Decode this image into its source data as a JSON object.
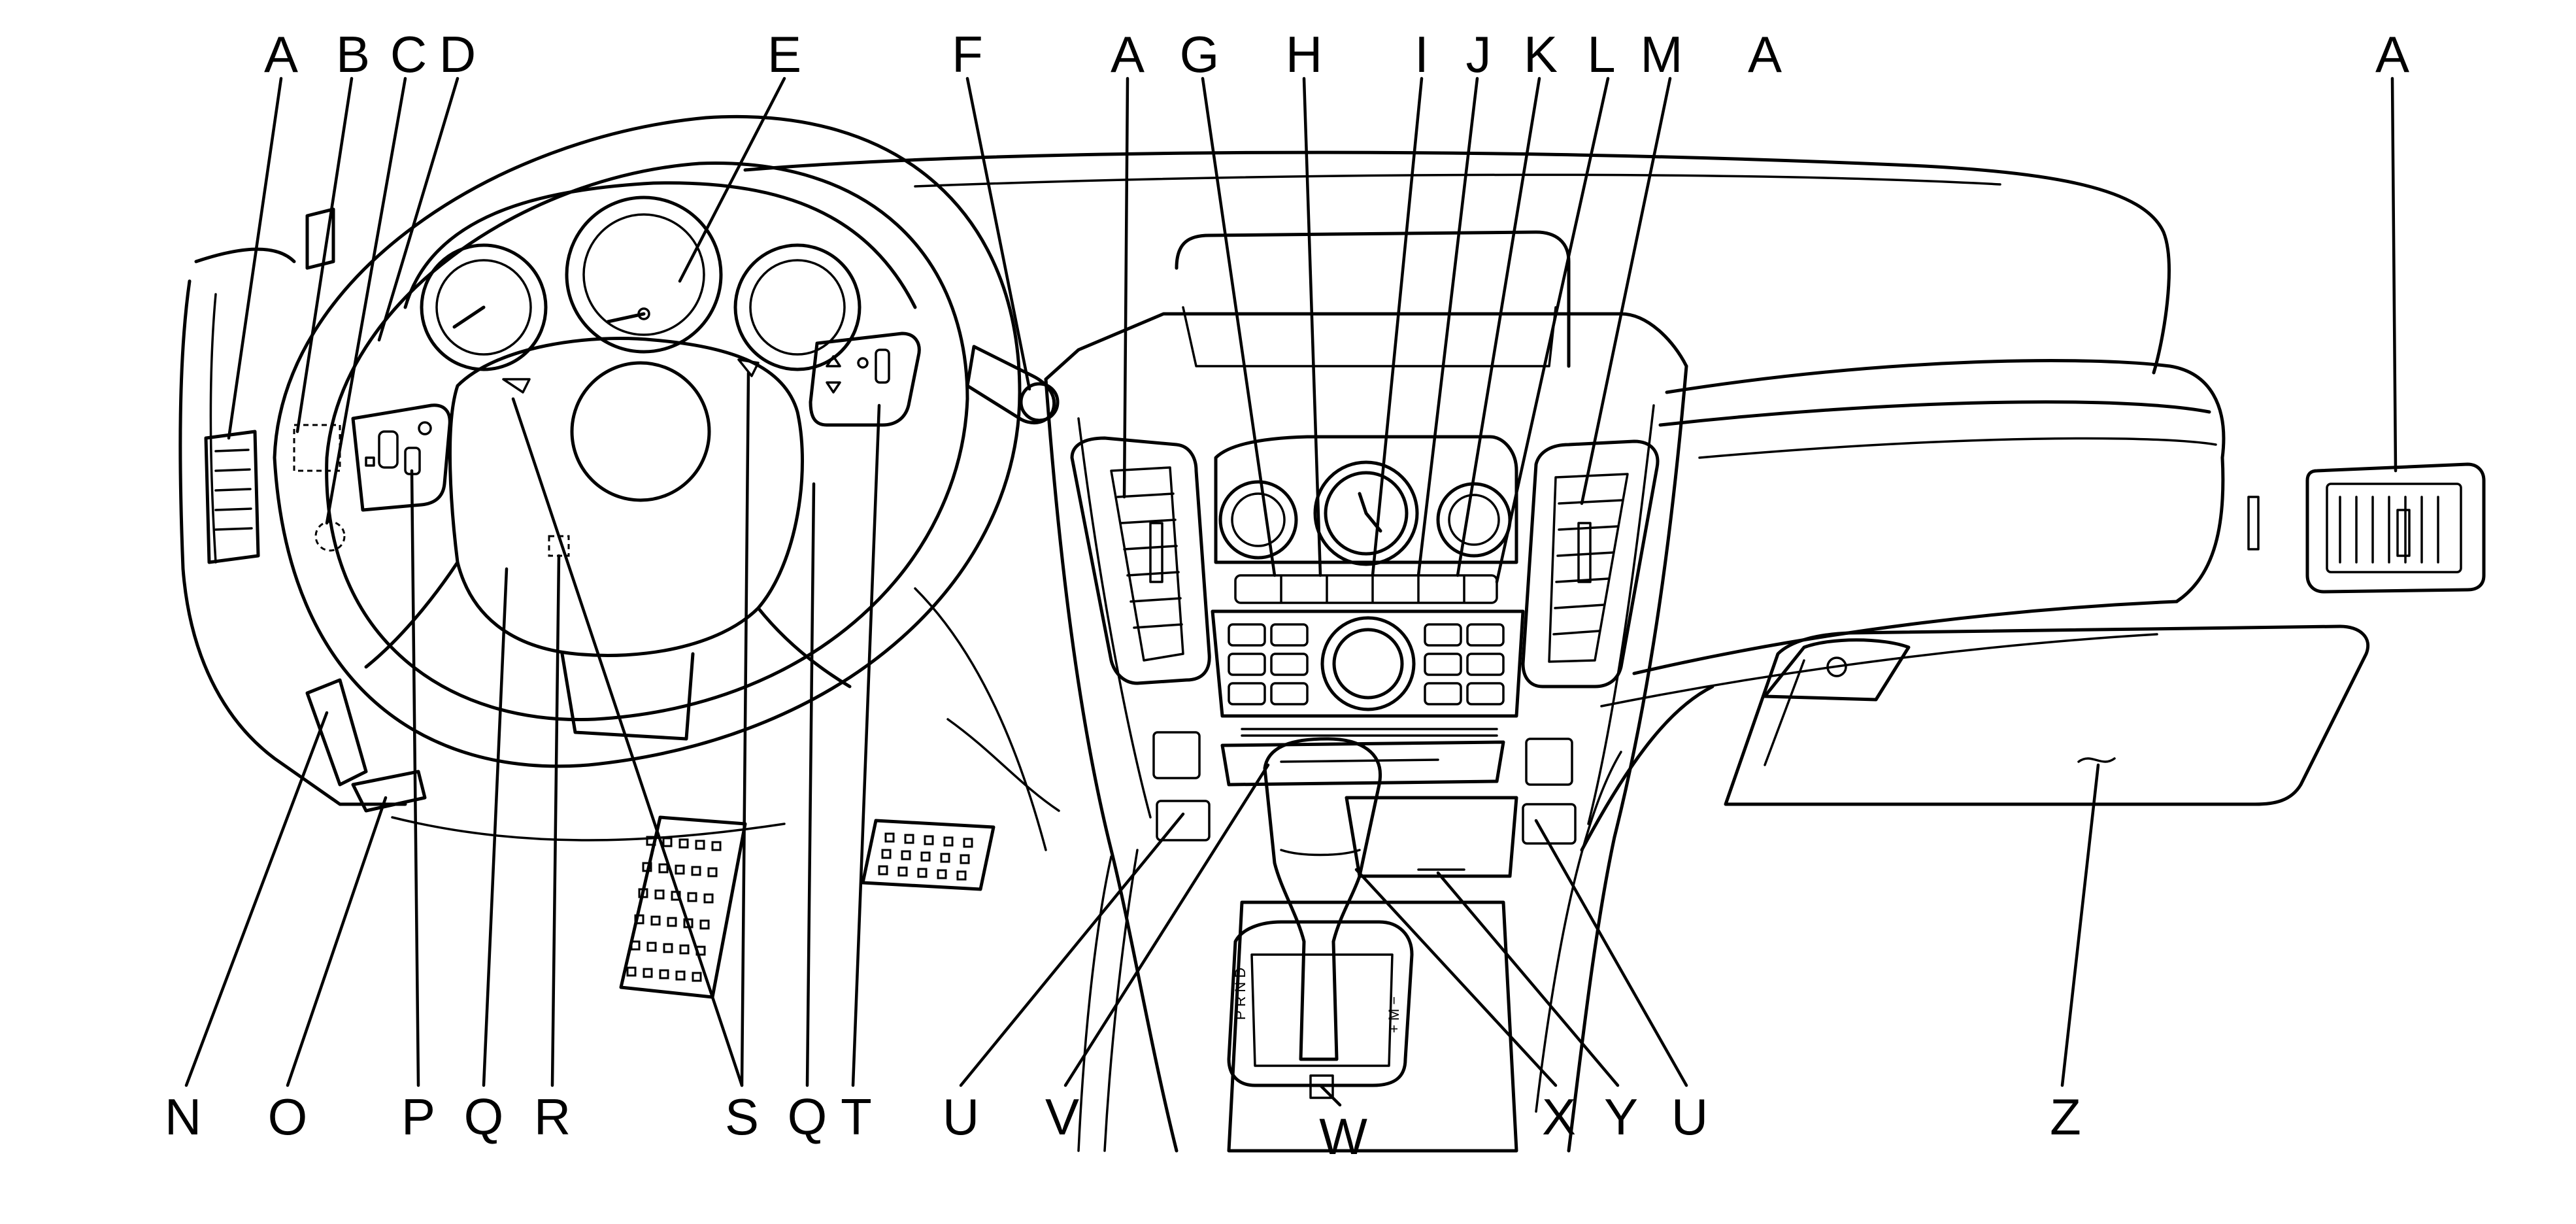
{
  "callouts": {
    "a1": "A",
    "b": "B",
    "c": "C",
    "d": "D",
    "e": "E",
    "f": "F",
    "a2": "A",
    "g": "G",
    "h": "H",
    "i": "I",
    "j": "J",
    "k": "K",
    "l": "L",
    "m": "M",
    "a3": "A",
    "a4": "A",
    "n": "N",
    "o": "O",
    "p": "P",
    "q1": "Q",
    "r": "R",
    "s": "S",
    "q2": "Q",
    "t": "T",
    "u1": "U",
    "v": "V",
    "w": "W",
    "x": "X",
    "y": "Y",
    "u2": "U",
    "z": "Z"
  },
  "shifter": {
    "left_gates": "P R N D",
    "right_gates": "+ M −"
  }
}
